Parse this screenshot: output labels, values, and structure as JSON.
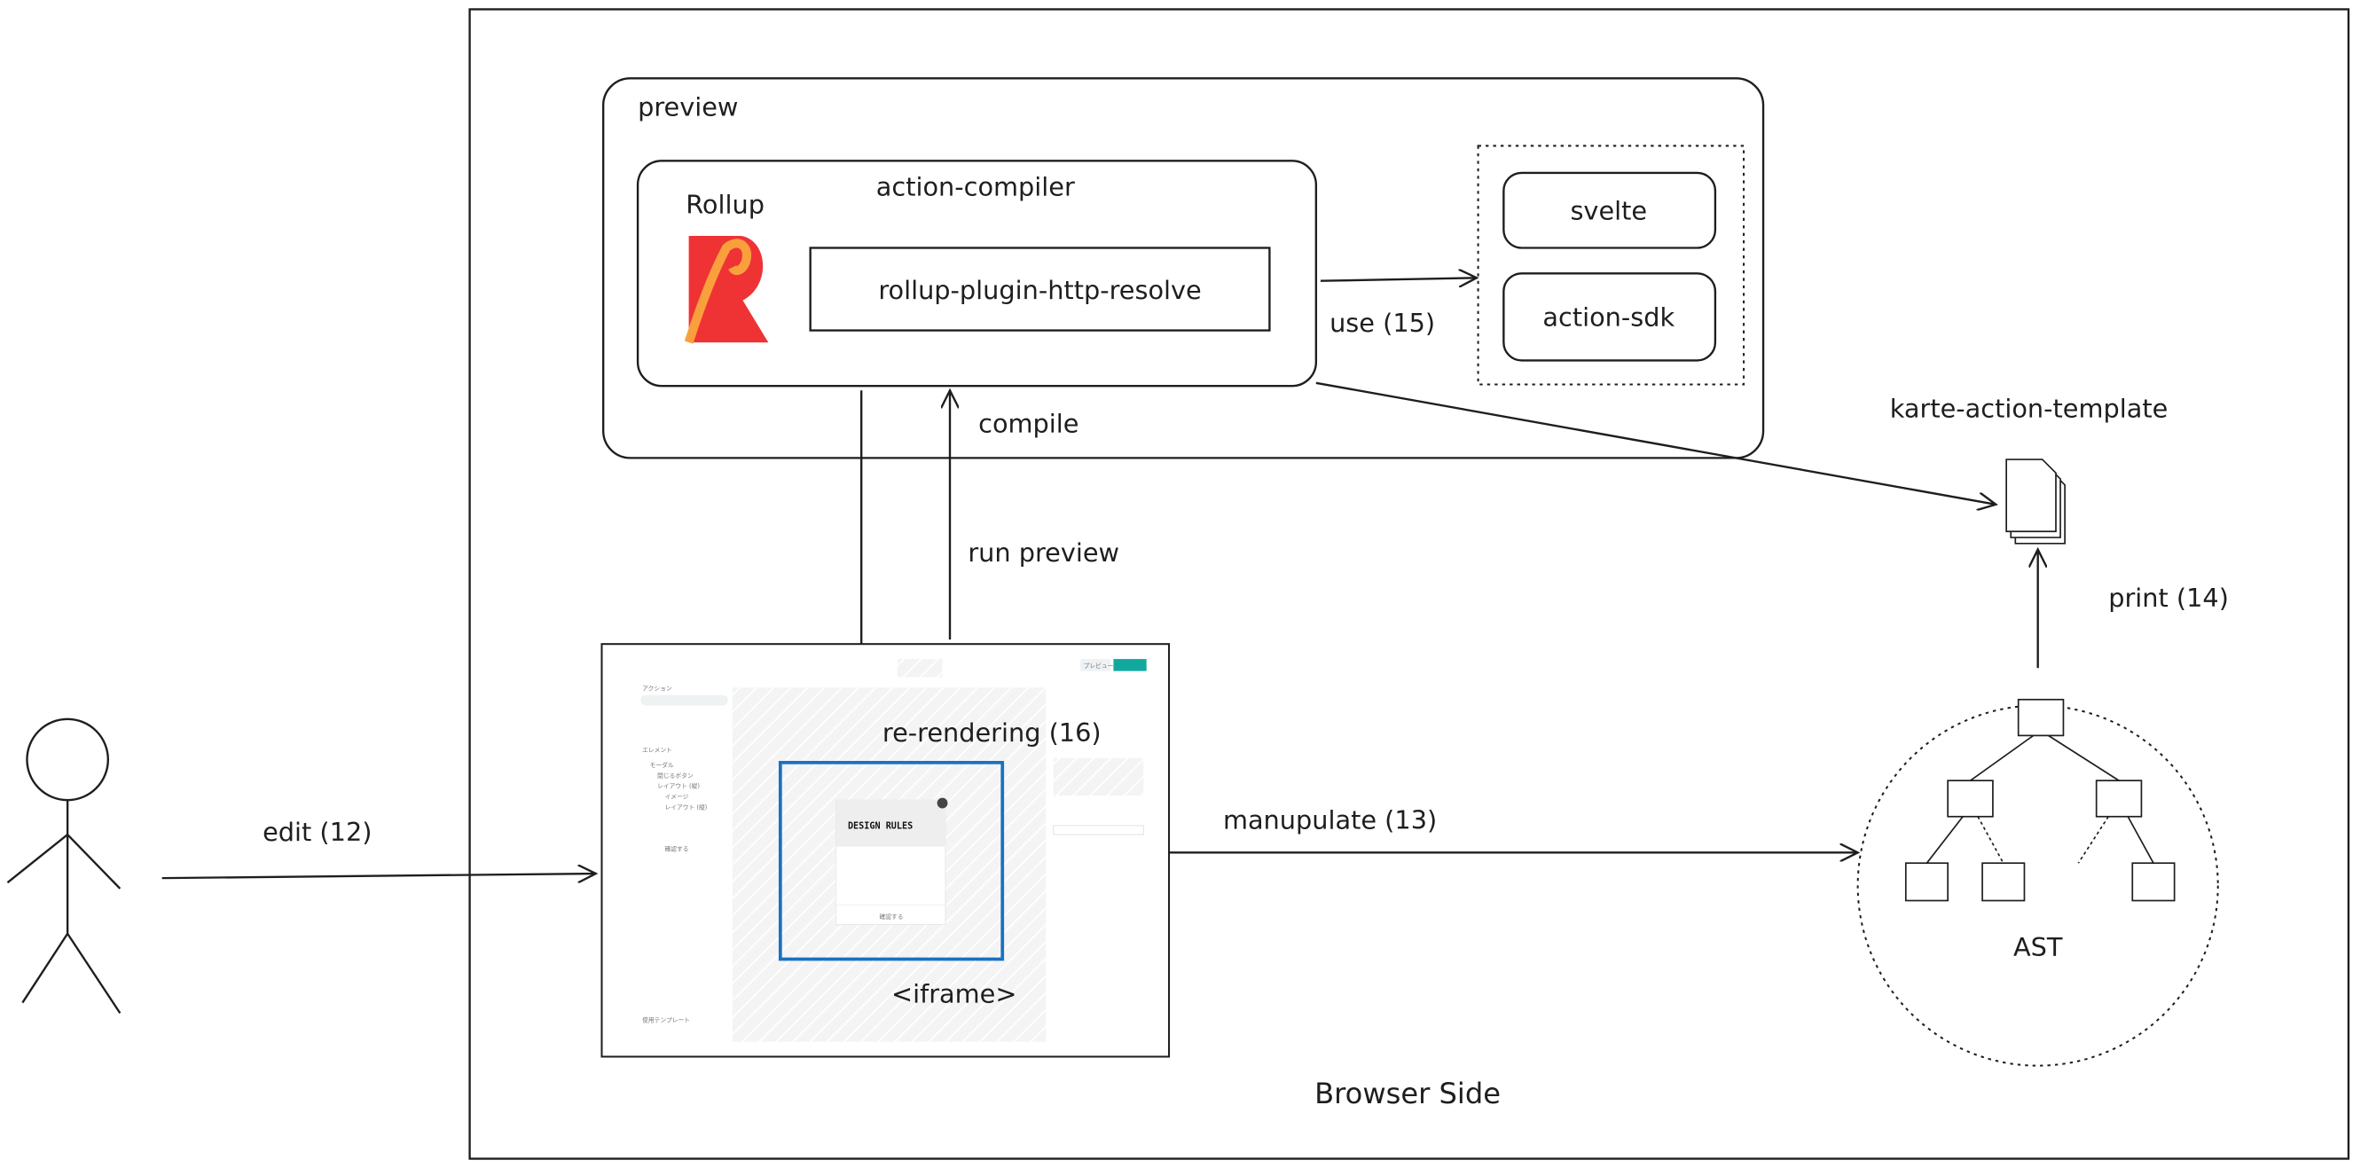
{
  "diagram": {
    "outer_frame_label": "Browser Side",
    "preview": {
      "label": "preview",
      "action_compiler": {
        "label": "action-compiler",
        "rollup_label": "Rollup",
        "plugin_label": "rollup-plugin-http-resolve"
      },
      "dependencies": [
        "svelte",
        "action-sdk"
      ]
    },
    "edges": {
      "use": "use (15)",
      "compile": "compile",
      "run_preview": "run preview",
      "rerendering": "re-rendering (16)",
      "edit": "edit (12)",
      "manipulate": "manupulate (13)",
      "print": "print (14)"
    },
    "template_label": "karte-action-template",
    "iframe_label": "<iframe>",
    "ast_label": "AST",
    "editor_screenshot": {
      "preview_button": "プレビュー",
      "actions_heading": "アクション",
      "elements_heading": "エレメント",
      "tree": [
        "モーダル",
        "閉じるボタン",
        "レイアウト (縦)",
        "イメージ",
        "レイアウト (縦)",
        "確認する"
      ],
      "template_heading": "使用テンプレート",
      "card_title": "DESIGN RULES",
      "card_button": "確認する"
    },
    "colors": {
      "iframe_border": "#1971c2",
      "rollup_red": "#ef3335",
      "rollup_orange": "#f9a03c"
    }
  }
}
